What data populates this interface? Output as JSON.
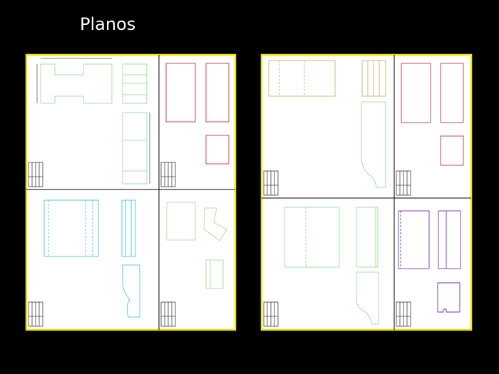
{
  "slide": {
    "bullet": "",
    "title": "Planos"
  },
  "drawings": [
    {
      "name": "left-plan-sheet",
      "frame_color": "#f2e600"
    },
    {
      "name": "right-plan-sheet",
      "frame_color": "#f2e600"
    }
  ],
  "colors": {
    "background": "#000000",
    "title": "#ffffff",
    "green": "#8fd98f",
    "red": "#cc3344",
    "cyan": "#33bbdd",
    "tan": "#c8a860",
    "purple": "#7733aa"
  }
}
